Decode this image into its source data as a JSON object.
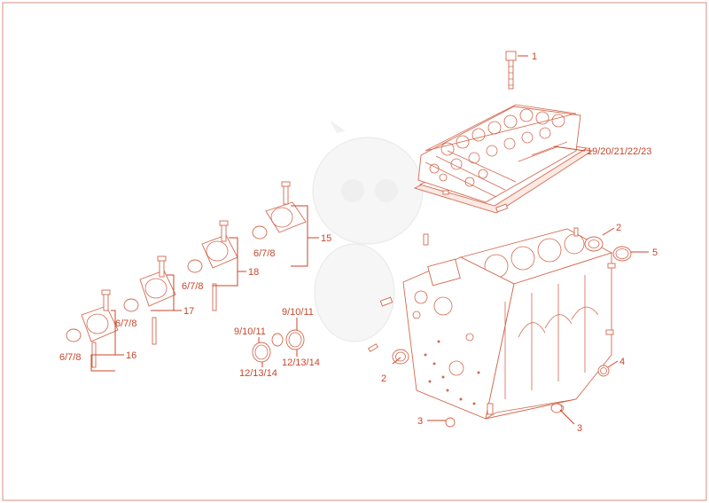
{
  "colors": {
    "line": "#c8462a",
    "part": "#d2694f",
    "frame": "#d98f7c"
  },
  "callouts": {
    "c1": "1",
    "c19_23": "19/20/21/22/23",
    "c2_top": "2",
    "c5": "5",
    "c15": "15",
    "c678_15": "6/7/8",
    "c18": "18",
    "c678_18": "6/7/8",
    "c17": "17",
    "c678_17": "6/7/8",
    "c16": "16",
    "c678_16": "6/7/8",
    "c91011_r": "9/10/11",
    "c91011_l": "9/10/11",
    "c121314_l": "12/13/14",
    "c121314_r": "12/13/14",
    "c2_bot": "2",
    "c4": "4",
    "c3_l": "3",
    "c3_r": "3"
  }
}
